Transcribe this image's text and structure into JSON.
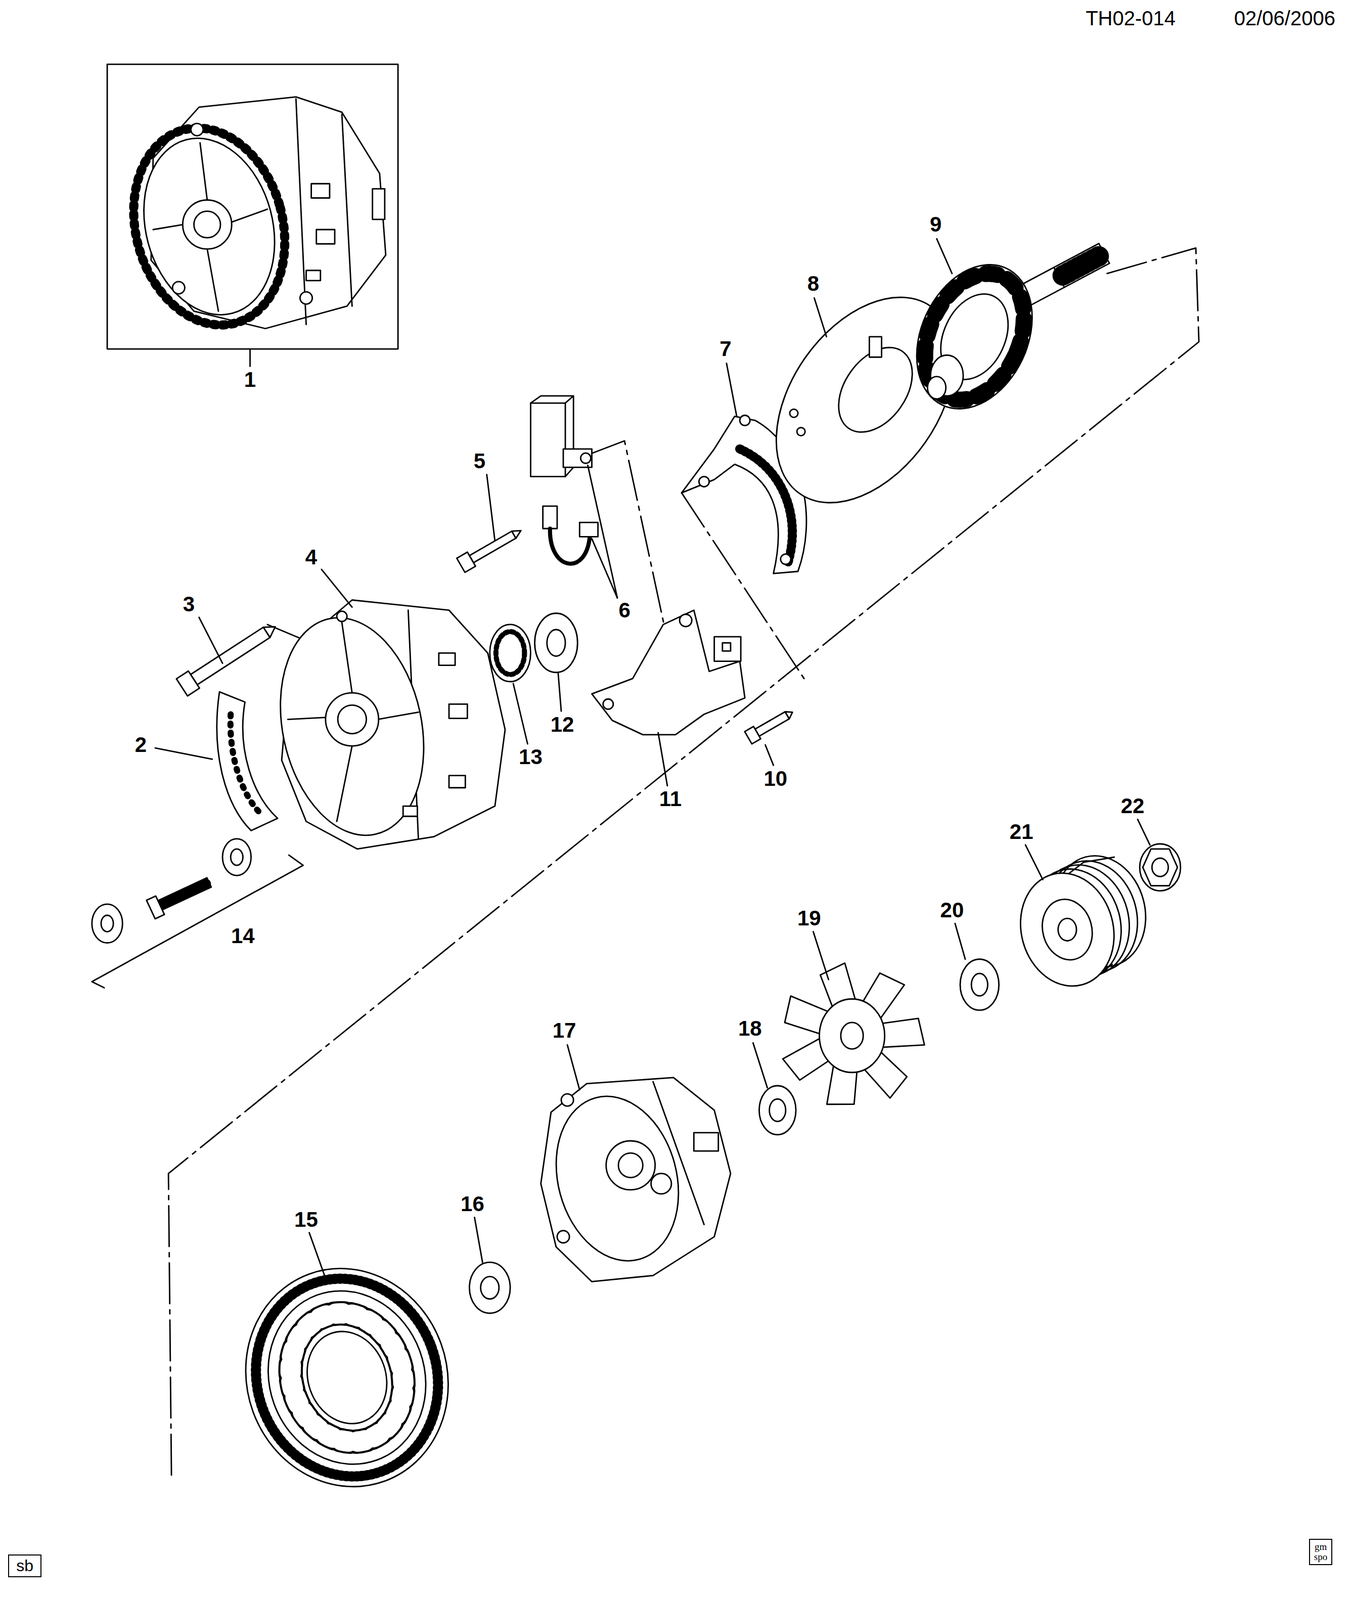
{
  "diagram": {
    "nodes": [
      {
        "text": [
          "sb"
        ]
      },
      {
        "text": [
          "gm spo"
        ]
      }
    ],
    "labels": [
      "TH02-014",
      "02/06/2006",
      "1",
      "2",
      "3",
      "4",
      "5",
      "6",
      "7",
      "8",
      "9",
      "10",
      "11",
      "12",
      "13",
      "14",
      "15",
      "16",
      "17",
      "18",
      "19",
      "20",
      "21",
      "22"
    ]
  }
}
